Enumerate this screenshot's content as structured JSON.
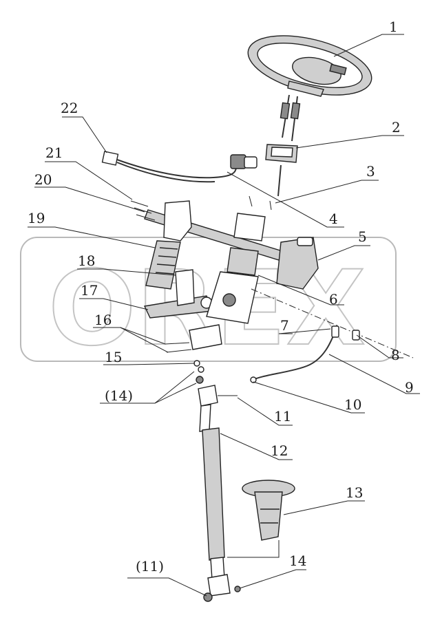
{
  "callouts": [
    {
      "id": "c1",
      "text": "1"
    },
    {
      "id": "c2",
      "text": "2"
    },
    {
      "id": "c3",
      "text": "3"
    },
    {
      "id": "c4",
      "text": "4"
    },
    {
      "id": "c5",
      "text": "5"
    },
    {
      "id": "c6",
      "text": "6"
    },
    {
      "id": "c7",
      "text": "7"
    },
    {
      "id": "c8",
      "text": "8"
    },
    {
      "id": "c9",
      "text": "9"
    },
    {
      "id": "c10",
      "text": "10"
    },
    {
      "id": "c11",
      "text": "11"
    },
    {
      "id": "c12",
      "text": "12"
    },
    {
      "id": "c13",
      "text": "13"
    },
    {
      "id": "c14",
      "text": "14"
    },
    {
      "id": "c14b",
      "text": "(14)"
    },
    {
      "id": "c11b",
      "text": "(11)"
    },
    {
      "id": "c15",
      "text": "15"
    },
    {
      "id": "c16",
      "text": "16"
    },
    {
      "id": "c17",
      "text": "17"
    },
    {
      "id": "c18",
      "text": "18"
    },
    {
      "id": "c19",
      "text": "19"
    },
    {
      "id": "c20",
      "text": "20"
    },
    {
      "id": "c21",
      "text": "21"
    },
    {
      "id": "c22",
      "text": "22"
    }
  ],
  "watermark": {
    "text": "OREX"
  }
}
